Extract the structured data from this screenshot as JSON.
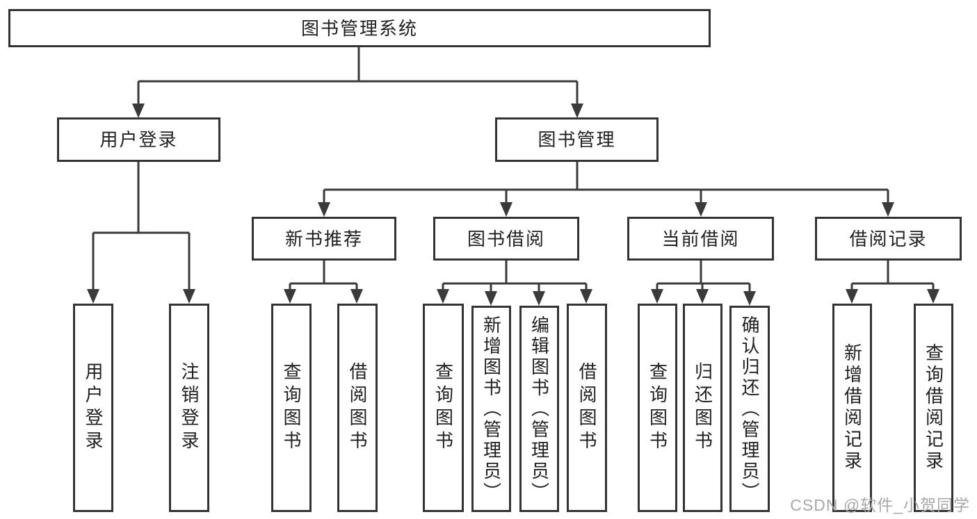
{
  "diagram": {
    "type": "hierarchy-tree",
    "tree": {
      "label": "图书管理系统",
      "children": [
        {
          "label": "用户登录",
          "children": [
            {
              "label": "用户登录"
            },
            {
              "label": "注销登录"
            }
          ]
        },
        {
          "label": "图书管理",
          "children": [
            {
              "label": "新书推荐",
              "children": [
                {
                  "label": "查询图书"
                },
                {
                  "label": "借阅图书"
                }
              ]
            },
            {
              "label": "图书借阅",
              "children": [
                {
                  "label": "查询图书"
                },
                {
                  "label": "新增图书（管理员）"
                },
                {
                  "label": "编辑图书（管理员）"
                },
                {
                  "label": "借阅图书"
                }
              ]
            },
            {
              "label": "当前借阅",
              "children": [
                {
                  "label": "查询图书"
                },
                {
                  "label": "归还图书"
                },
                {
                  "label": "确认归还（管理员）"
                }
              ]
            },
            {
              "label": "借阅记录",
              "children": [
                {
                  "label": "新增借阅记录"
                },
                {
                  "label": "查询借阅记录"
                }
              ]
            }
          ]
        }
      ]
    },
    "colors": {
      "line": "#3a3a3a",
      "box_border": "#333333",
      "text": "#1f1f1f",
      "background": "#ffffff"
    }
  },
  "watermark": {
    "text": "CSDN @软件_小贺同学",
    "color": "#a8a8a8"
  }
}
